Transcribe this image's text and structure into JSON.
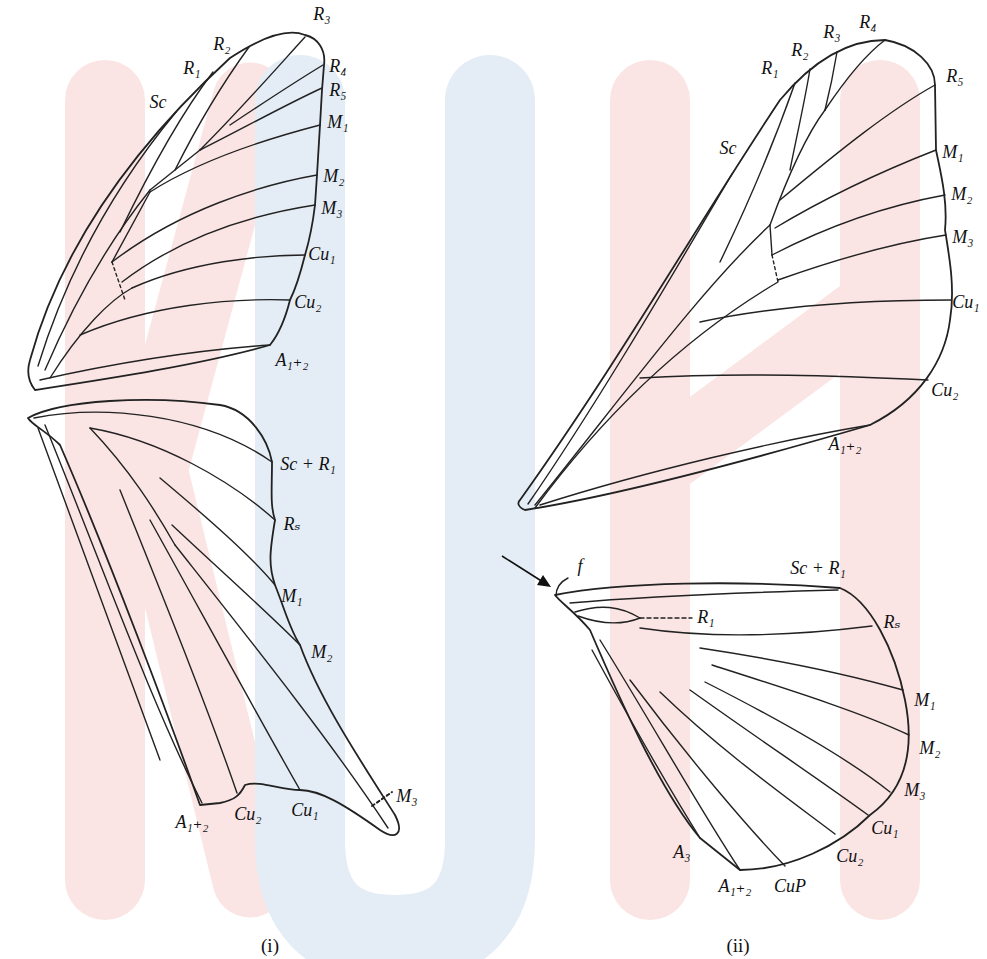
{
  "diagram": {
    "labels": [
      "R₃",
      "R₄",
      "R₂",
      "R₁",
      "R₅",
      "Sc",
      "M₁",
      "M₂",
      "M₃",
      "Cu₁",
      "Cu₂",
      "A₁₊₂",
      "Sc + R₁",
      "Rₛ",
      "M₁",
      "M₂",
      "M₃",
      "A₁₊₂",
      "Cu₂",
      "Cu₁",
      "R₁",
      "R₂",
      "R₃",
      "R₄",
      "R₅",
      "Sc",
      "M₁",
      "M₂",
      "M₃",
      "Cu₁",
      "Cu₂",
      "A₁₊₂",
      "f",
      "Sc + R₁",
      "R₁",
      "Rₛ",
      "M₁",
      "M₂",
      "M₃",
      "Cu₁",
      "Cu₂",
      "CuP",
      "A₃",
      "A₁₊₂",
      "(i)",
      "(ii)"
    ]
  }
}
